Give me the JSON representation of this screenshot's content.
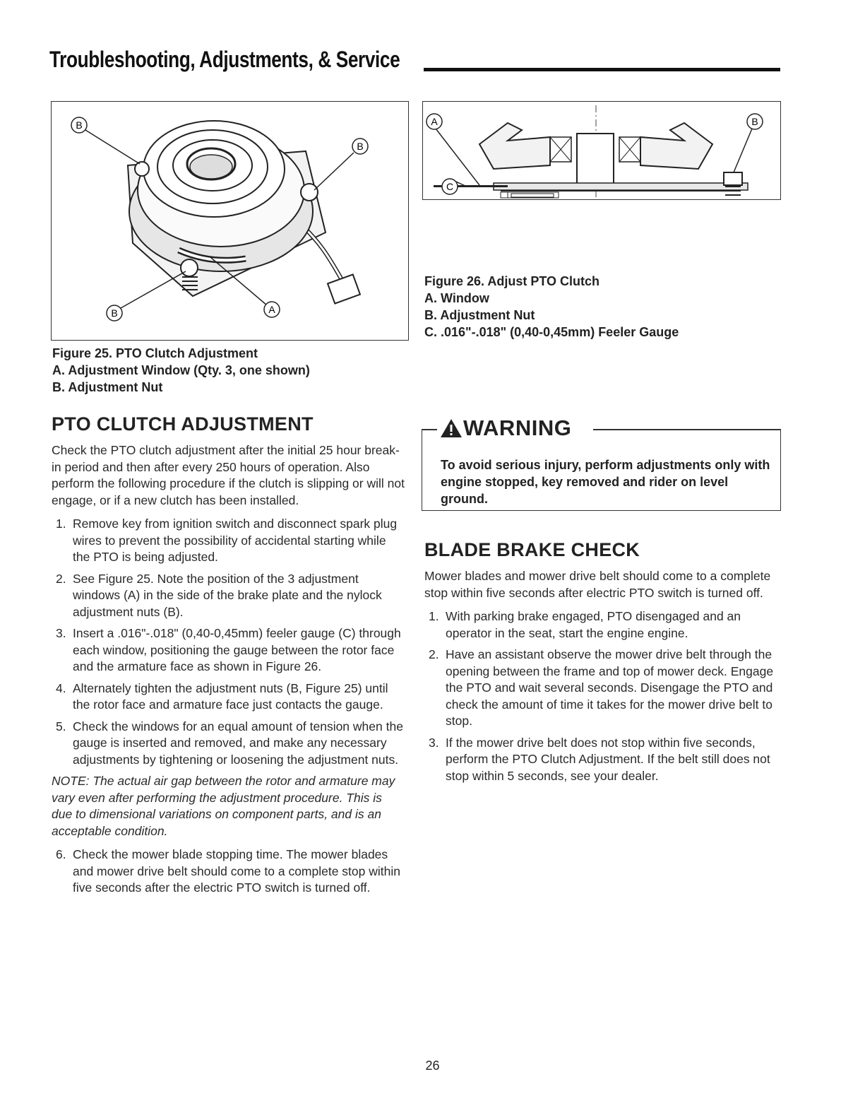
{
  "header": {
    "title": "Troubleshooting, Adjustments, & Service"
  },
  "figure25": {
    "callouts": {
      "b_top_left": "B",
      "b_top_right": "B",
      "b_bottom_left": "B",
      "a_bottom": "A"
    },
    "caption_title": "Figure 25.  PTO Clutch Adjustment",
    "caption_a": "A.  Adjustment Window (Qty. 3, one shown)",
    "caption_b": "B.  Adjustment Nut"
  },
  "figure26": {
    "callouts": {
      "a": "A",
      "b": "B",
      "c": "C"
    },
    "caption_title": "Figure 26.  Adjust PTO Clutch",
    "caption_a": "A.  Window",
    "caption_b": "B.  Adjustment Nut",
    "caption_c": "C.  .016\"-.018\" (0,40-0,45mm) Feeler Gauge"
  },
  "pto": {
    "heading": "PTO CLUTCH ADJUSTMENT",
    "intro": "Check the PTO clutch adjustment after the initial 25 hour break-in period and then after every 250 hours of operation.  Also perform the following procedure if the clutch is slipping or will not engage, or if a new clutch has been installed.",
    "steps": [
      {
        "num": "1.",
        "text": "Remove key from ignition switch and disconnect spark plug wires to prevent the possibility of accidental starting while the PTO is being adjusted."
      },
      {
        "num": "2.",
        "text": "See Figure 25.  Note the position of the 3 adjustment windows (A) in the side of the brake plate and the nylock adjustment nuts (B)."
      },
      {
        "num": "3.",
        "text": "Insert a .016\"-.018\" (0,40-0,45mm) feeler gauge (C) through each window, positioning the gauge between the rotor face and the armature face as shown in Figure 26."
      },
      {
        "num": "4.",
        "text": "Alternately tighten the adjustment nuts (B, Figure 25) until the rotor face and armature face just contacts the gauge."
      },
      {
        "num": "5.",
        "text": "Check the windows for an equal amount of tension when the gauge is inserted and removed, and make any necessary adjustments by tightening or loosening the adjustment nuts."
      }
    ],
    "note": "NOTE:  The actual air gap between the rotor and armature may vary even after performing the adjustment procedure.  This is due to dimensional variations on component parts, and is an acceptable condition.",
    "step6": {
      "num": "6.",
      "text": "Check the mower blade stopping time.  The mower blades and mower drive belt should come to a complete stop within five seconds after the electric PTO switch is turned off."
    }
  },
  "warning": {
    "title": "WARNING",
    "text": "To avoid serious injury, perform adjustments only with engine stopped, key removed and rider on level ground."
  },
  "blade": {
    "heading": "BLADE BRAKE CHECK",
    "intro": "Mower blades and mower drive belt should come to a complete stop within five seconds after electric PTO switch is turned off.",
    "steps": [
      {
        "num": "1.",
        "text": "With parking brake engaged, PTO disengaged and an operator in the seat, start the engine engine."
      },
      {
        "num": "2.",
        "text": "Have an assistant observe the mower drive belt through the opening between the frame and top of mower deck.  Engage the PTO and wait several seconds. Disengage the PTO and check the amount of time it takes for the mower drive belt to stop."
      },
      {
        "num": "3.",
        "text": "If the mower drive belt does not stop within five seconds, perform the PTO Clutch Adjustment.  If the belt still does not stop within 5 seconds, see your dealer."
      }
    ]
  },
  "footer": {
    "page_number": "26"
  }
}
